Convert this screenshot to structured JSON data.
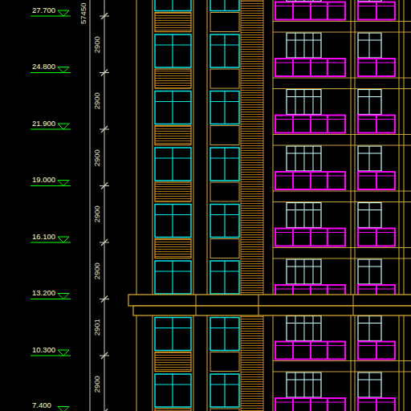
{
  "diagram": {
    "labels": [
      "27.700",
      "57450",
      "2900",
      "24.800",
      "2900",
      "21.900",
      "2900",
      "19.000",
      "2900",
      "16.100",
      "2900",
      "13.200",
      "2901",
      "10.300",
      "2900",
      "7.400"
    ]
  }
}
